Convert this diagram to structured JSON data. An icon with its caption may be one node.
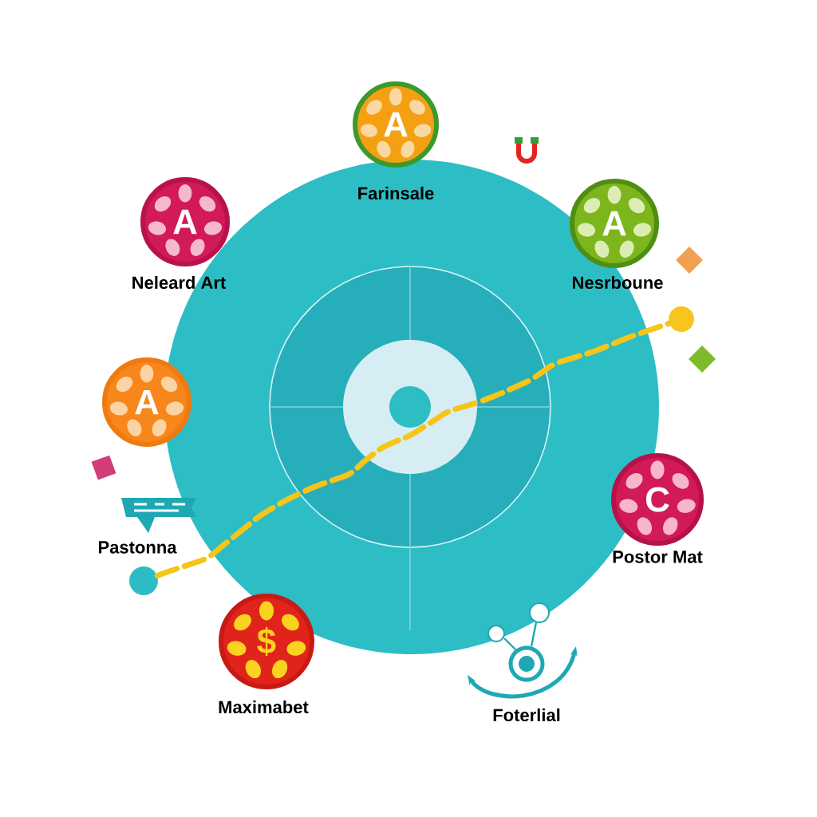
{
  "diagram": {
    "nodes": [
      {
        "text": [
          "A",
          "Farinsale"
        ]
      },
      {
        "text": [
          "A",
          "Neleard Art"
        ]
      },
      {
        "text": [
          "A",
          "Nesrboune"
        ]
      },
      {
        "text": [],
        "shape": "circle"
      },
      {
        "text": [
          "A"
        ]
      },
      {
        "text": [
          "C",
          "Postor Mat"
        ]
      },
      {
        "text": [
          "Pastonna"
        ]
      },
      {
        "text": [],
        "shape": "circle"
      },
      {
        "text": [
          "$",
          "Maximabet"
        ]
      },
      {
        "text": [
          "Foterlial"
        ]
      }
    ],
    "edges": [
      {
        "from": 7,
        "to": 3,
        "arrow": "none",
        "style": "dashed"
      }
    ]
  }
}
